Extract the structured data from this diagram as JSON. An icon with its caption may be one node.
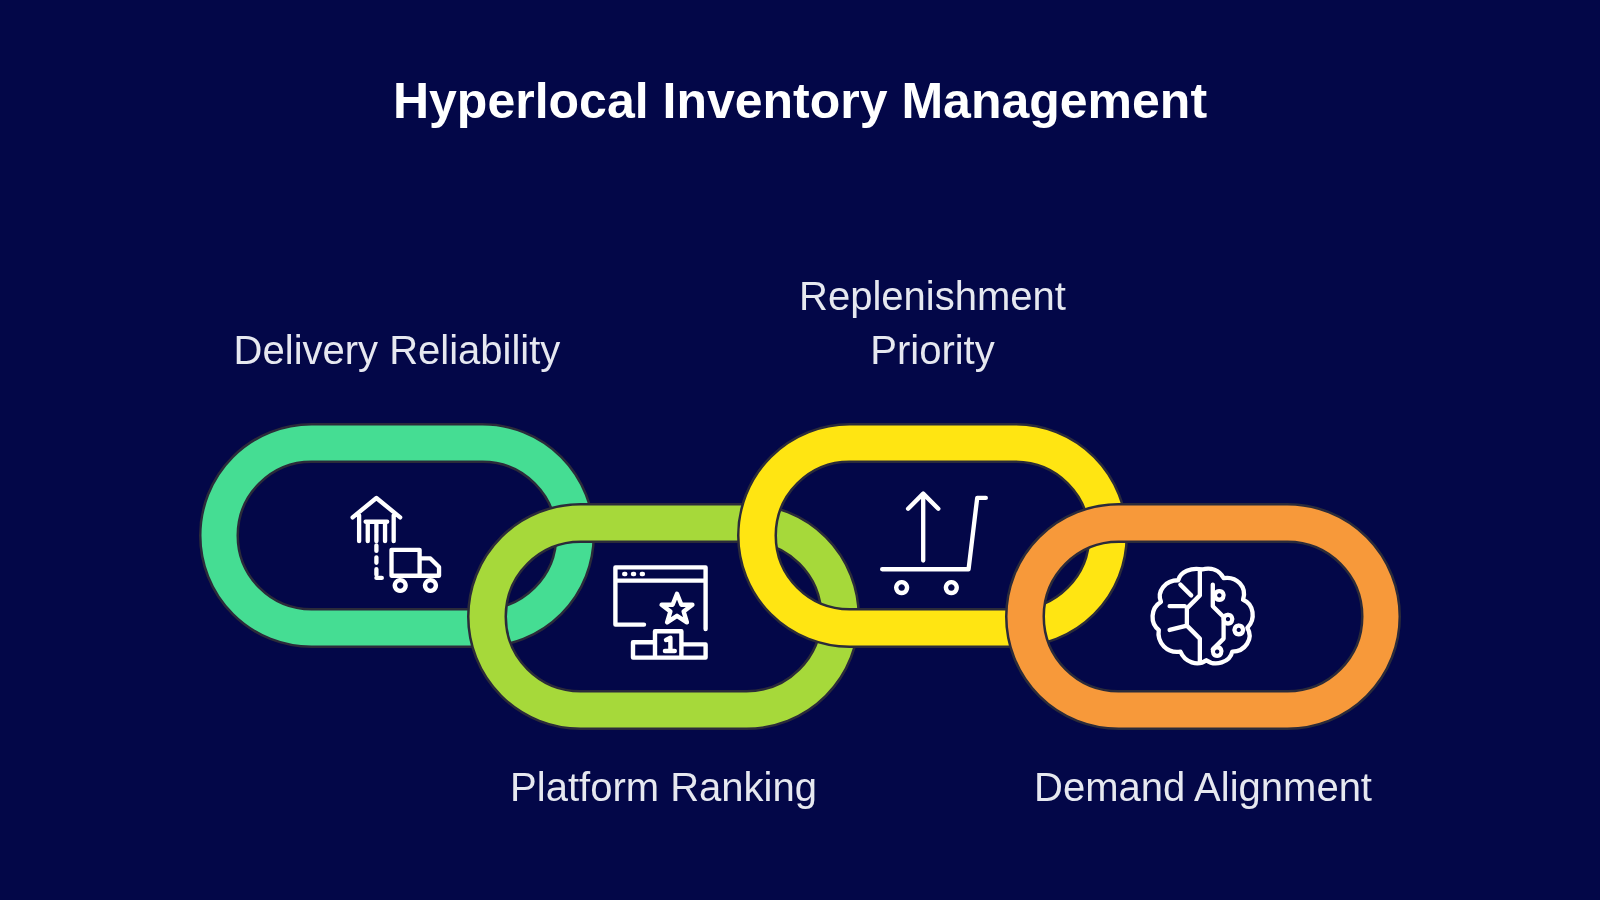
{
  "diagram": {
    "title": "Hyperlocal Inventory Management",
    "nodes": [
      {
        "text": [
          "Delivery Reliability"
        ]
      },
      {
        "text": [
          "Platform Ranking"
        ]
      },
      {
        "text": [
          "Replenishment Priority"
        ]
      },
      {
        "text": [
          "Demand Alignment"
        ]
      }
    ]
  }
}
